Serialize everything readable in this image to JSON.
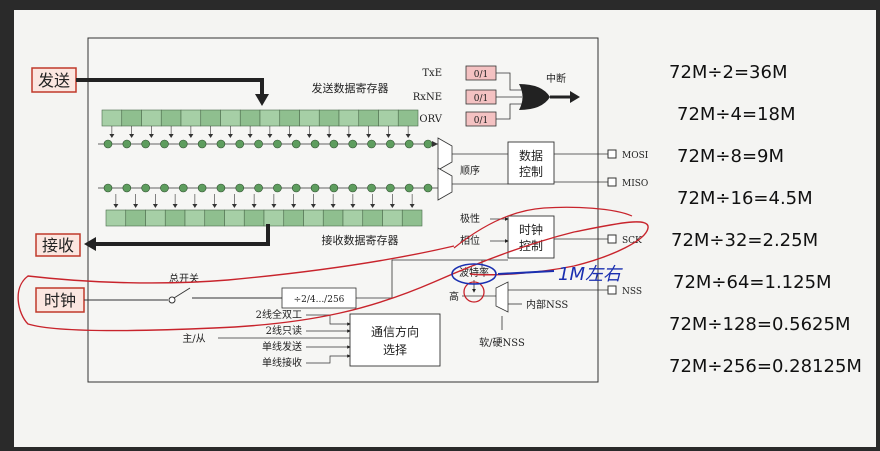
{
  "diagram": {
    "send_label": "发送",
    "receive_label": "接收",
    "clock_label": "时钟",
    "tx_register_label": "发送数据寄存器",
    "rx_register_label": "接收数据寄存器",
    "flags": [
      {
        "name": "TxE",
        "value": "0/1"
      },
      {
        "name": "RxNE",
        "value": "0/1"
      },
      {
        "name": "ORV",
        "value": "0/1"
      }
    ],
    "interrupt_label": "中断",
    "data_control_label": [
      "数据",
      "控制"
    ],
    "clock_control_label": [
      "时钟",
      "控制"
    ],
    "order_label": "顺序",
    "polarity_label": "极性",
    "phase_label": "相位",
    "pins": [
      "MOSI",
      "MISO",
      "SCK",
      "NSS"
    ],
    "total_switch_label": "总开关",
    "prescaler_label": "÷2/4.../256",
    "baud_rate_label": "波特率",
    "high_label": "高",
    "internal_nss_label": "内部NSS",
    "soft_hard_nss_label": "软/硬NSS",
    "master_slave_label": "主/从",
    "direction_modes": [
      "2线全双工",
      "2线只读",
      "单线发送",
      "单线接收"
    ],
    "direction_select_label": [
      "通信方向",
      "选择"
    ]
  },
  "annotation": {
    "handwritten_note": "1M左右",
    "ink_color": "#1a2fb0",
    "red_ink_color": "#c8242c"
  },
  "formulas": [
    "72M÷2=36M",
    "72M÷4=18M",
    "72M÷8=9M",
    "72M÷16=4.5M",
    "72M÷32=2.25M",
    "72M÷64=1.125M",
    "72M÷128=0.5625M",
    "72M÷256=0.28125M"
  ],
  "colors": {
    "label_box": "#fbe6e0",
    "label_border": "#c0392b",
    "register_fill": "#8fbf8f",
    "flag_fill": "#f4c2c2"
  }
}
